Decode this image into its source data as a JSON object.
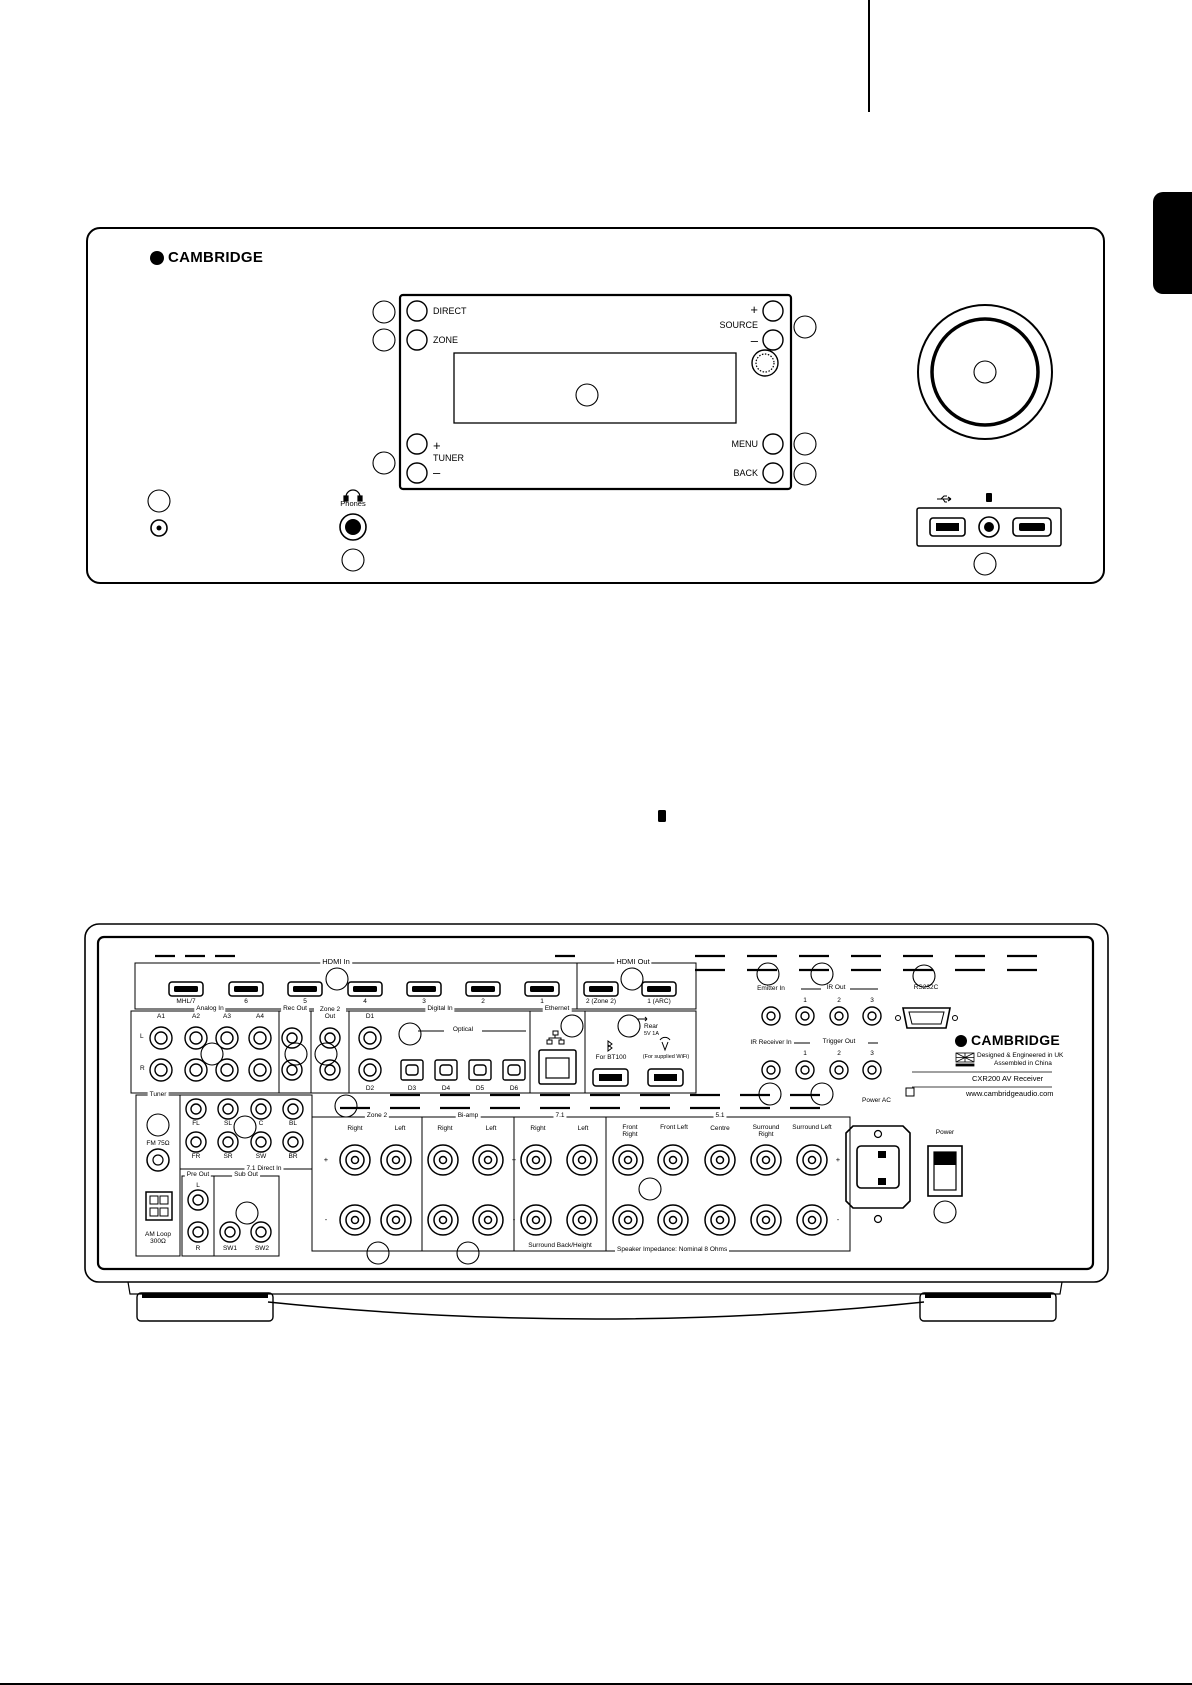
{
  "front_panel": {
    "brand": "CAMBRIDGE",
    "buttons": {
      "direct": "DIRECT",
      "zone": "ZONE",
      "source": "SOURCE",
      "tuner": "TUNER",
      "menu": "MENU",
      "back": "BACK",
      "plus": "+",
      "minus": "–"
    },
    "phones": "Phones"
  },
  "rear_panel": {
    "hdmi_in": {
      "title": "HDMI In",
      "ports": [
        "MHL/7",
        "6",
        "5",
        "4",
        "3",
        "2",
        "1"
      ]
    },
    "hdmi_out": {
      "title": "HDMI Out",
      "ports": [
        "2 (Zone 2)",
        "1 (ARC)"
      ]
    },
    "analog_in": {
      "title": "Analog In",
      "channels": [
        "A1",
        "A2",
        "A3",
        "A4"
      ],
      "left": "L",
      "right": "R"
    },
    "rec_out": "Rec Out",
    "zone2_out": "Zone 2 Out",
    "digital_in": {
      "title": "Digital In",
      "coax": [
        "D1",
        "D2"
      ],
      "optical_label": "Optical",
      "optical": [
        "D3",
        "D4",
        "D5",
        "D6"
      ]
    },
    "ethernet": "Ethernet",
    "usb": {
      "rear": "Rear",
      "rating": "5V 1A",
      "bt": "For BT100",
      "wifi": "(For supplied WiFi)"
    },
    "emitter_in": "Emitter In",
    "ir_out": {
      "title": "IR Out",
      "ports": [
        "1",
        "2",
        "3"
      ]
    },
    "ir_receiver_in": "IR Receiver In",
    "trigger_out": {
      "title": "Trigger Out",
      "ports": [
        "1",
        "2",
        "3"
      ]
    },
    "rs232": "RS232C",
    "brand": "CAMBRIDGE",
    "designed": "Designed & Engineered in UK",
    "assembled": "Assembled in China",
    "model": "CXR200 AV Receiver",
    "url": "www.cambridgeaudio.com",
    "tuner": {
      "title": "Tuner",
      "fm": "FM 75Ω",
      "am": "AM Loop 300Ω"
    },
    "direct_in": {
      "title": "7.1 Direct In",
      "top": [
        "FL",
        "SL",
        "C",
        "BL"
      ],
      "bottom": [
        "FR",
        "SR",
        "SW",
        "BR"
      ]
    },
    "pre_out": {
      "title": "Pre Out",
      "l": "L",
      "r": "R"
    },
    "sub_out": {
      "title": "Sub Out",
      "ports": [
        "SW1",
        "SW2"
      ]
    },
    "speakers": {
      "zone2": "Zone 2",
      "biamp": "Bi-amp",
      "s71": "7.1",
      "s51": "5.1",
      "right": "Right",
      "left": "Left",
      "front_right": "Front Right",
      "front_left": "Front Left",
      "centre": "Centre",
      "surround_right": "Surround Right",
      "surround_left": "Surround Left",
      "surround_back": "Surround Back/Height",
      "impedance": "Speaker Impedance: Nominal 8 Ohms",
      "plus": "+",
      "minus": "-"
    },
    "power_ac": "Power AC",
    "power": "Power"
  }
}
